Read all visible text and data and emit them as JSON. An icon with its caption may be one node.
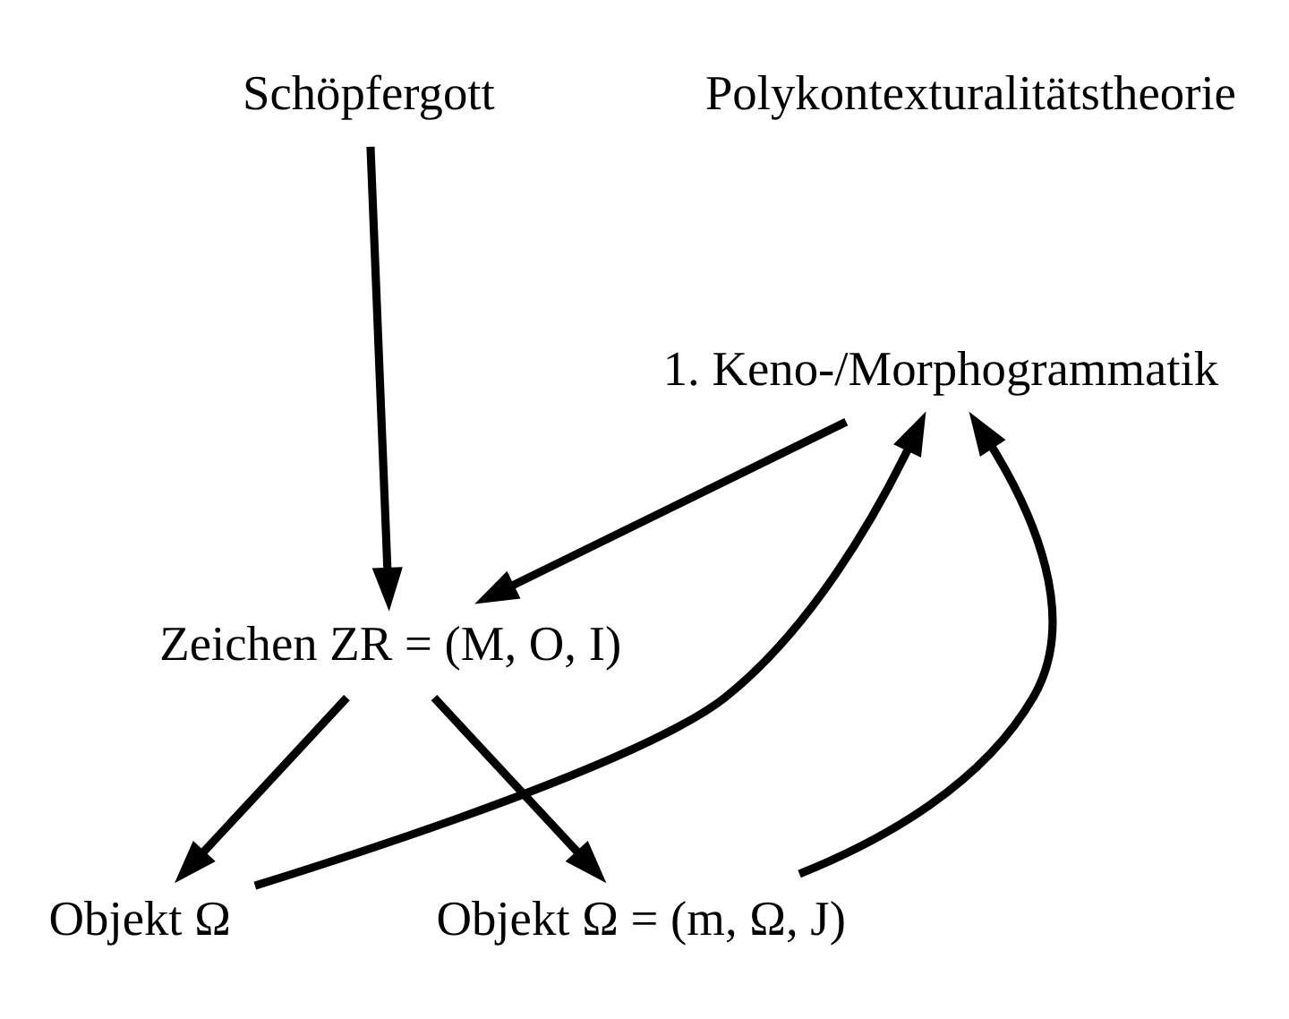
{
  "diagram": {
    "nodes": [
      {
        "text": [
          "Schöpfergott"
        ]
      },
      {
        "text": [
          "1. Keno-/Morphogrammatik"
        ]
      },
      {
        "text": [
          "Zeichen ZR = (M, O, I)"
        ]
      },
      {
        "text": [
          "Objekt Ω"
        ]
      },
      {
        "text": [
          "Objekt Ω = (m, Ω, J)"
        ]
      }
    ],
    "edges": [
      {
        "from": 0,
        "to": 2,
        "arrow": "to"
      },
      {
        "from": 1,
        "to": 2,
        "arrow": "to"
      },
      {
        "from": 2,
        "to": 3,
        "arrow": "to"
      },
      {
        "from": 2,
        "to": 4,
        "arrow": "to"
      },
      {
        "from": 3,
        "to": 1,
        "arrow": "to"
      },
      {
        "from": 4,
        "to": 1,
        "arrow": "to"
      }
    ],
    "labels": [
      "Polykontexturalitätstheorie"
    ]
  }
}
